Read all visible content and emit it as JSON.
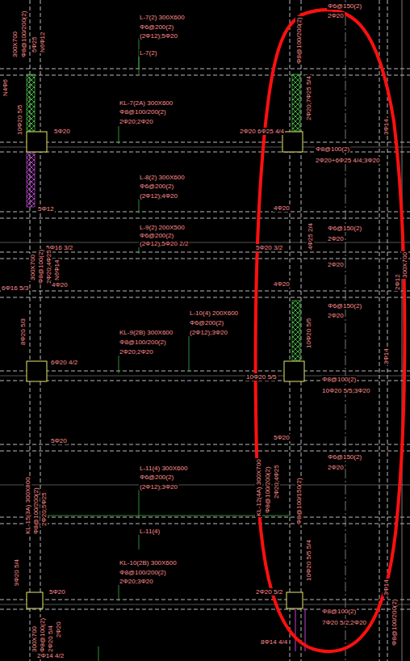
{
  "diagram": {
    "labels": [
      "L-7(2) 300X600",
      "Φ6@200(2)",
      "(2Φ12);5Φ20",
      "L-7(2)",
      "300X700",
      "Φ8@100/200(2)",
      "5Φ25",
      "N6Φ12",
      "N4Φ6",
      "10Φ20 5/5",
      "KL-7(2A) 300X600",
      "Φ8@100/200(2)",
      "2Φ20;2Φ20",
      "5Φ20",
      "L-8(2) 300X600",
      "Φ6@200(2)",
      "(2Φ12);4Φ20",
      "5Φ12",
      "L-9(2) 200X500",
      "Φ6@200(2)",
      "(2Φ12);5Φ20 2/2",
      "5Φ16 3/2",
      "300X700",
      "Φ8@100(2)",
      "2Φ20;4Φ25",
      "N6Φ14",
      "6Φ16 5/3",
      "4Φ20",
      "8Φ20 5/3",
      "L-10(4) 200X600",
      "Φ6@200(2)",
      "(2Φ12);3Φ20",
      "KL-9(2B) 300X600",
      "Φ8@100/200(2)",
      "2Φ20;2Φ20",
      "6Φ20 4/2",
      "5Φ20",
      "L-11(4) 300X600",
      "Φ6@200(2)",
      "(2Φ12);3Φ20",
      "KL-15(3A) 300X800",
      "Φ8@100/200(2)",
      "2Φ20;5Φ25",
      "L-11(4)",
      "KL-10(2B) 300X600",
      "Φ8@100/200(2)",
      "2Φ20;3Φ20",
      "9Φ20 5/4",
      "5Φ20",
      "300X700",
      "Φ8@100(2)",
      "2Φ20 5/4",
      "2Φ20",
      "2Φ14 4/2",
      "8Φ14 4/4",
      "Φ6@150(2)",
      "2Φ20",
      "Φ8@100/200(2)",
      "2Φ20;7Φ25 5/4",
      "2Φ20 6Φ25 4/4",
      "Φ8@100(2)",
      "2Φ20+6Φ25 4/4;3Φ20",
      "4Φ20",
      "Φ6@150(2)",
      "2Φ20",
      "4Φ25 2/4",
      "5Φ20 3/2",
      "2Φ20",
      "4Φ20",
      "Φ6@150(2)",
      "2Φ20",
      "10Φ20 5/5",
      "10Φ20 5/5",
      "Φ8@100(2)",
      "10Φ20 5/5;3Φ20",
      "5Φ20",
      "Φ6@150(2)",
      "2Φ20",
      "KL-12(4A) 300X700",
      "Φ8@100/200(2)",
      "2Φ20;4Φ25",
      "Φ8@100/150(2)",
      "10Φ20 5/5 5/4",
      "2Φ20 5/2",
      "Φ8@100(2)",
      "7Φ20 5/2;2Φ20",
      "3Φ14",
      "3Φ14",
      "3Φ14",
      "Φ8@100/200(2)",
      "300X700",
      "2Φ12"
    ]
  }
}
